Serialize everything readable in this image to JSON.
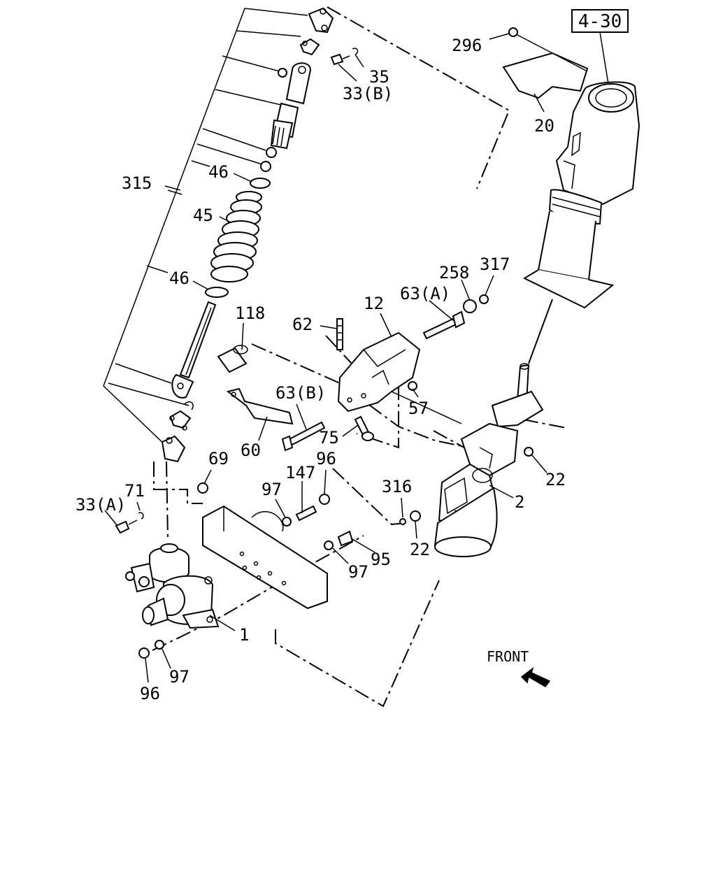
{
  "reference_box": "4-30",
  "front_label": "FRONT",
  "callouts": {
    "c296": "296",
    "c35": "35",
    "c33b": "33(B)",
    "c20": "20",
    "c315": "315",
    "c46a": "46",
    "c45": "45",
    "c46b": "46",
    "c118": "118",
    "c62": "62",
    "c12": "12",
    "c63a": "63(A)",
    "c258": "258",
    "c317": "317",
    "c57": "57",
    "c63b": "63(B)",
    "c75": "75",
    "c60": "60",
    "c69": "69",
    "c96a": "96",
    "c147": "147",
    "c97a": "97",
    "c316": "316",
    "c22a": "22",
    "c2": "2",
    "c22b": "22",
    "c71": "71",
    "c33a": "33(A)",
    "c95": "95",
    "c97b": "97",
    "c1": "1",
    "c97c": "97",
    "c96b": "96"
  },
  "icons": {
    "front_arrow": "front-arrow-icon"
  }
}
